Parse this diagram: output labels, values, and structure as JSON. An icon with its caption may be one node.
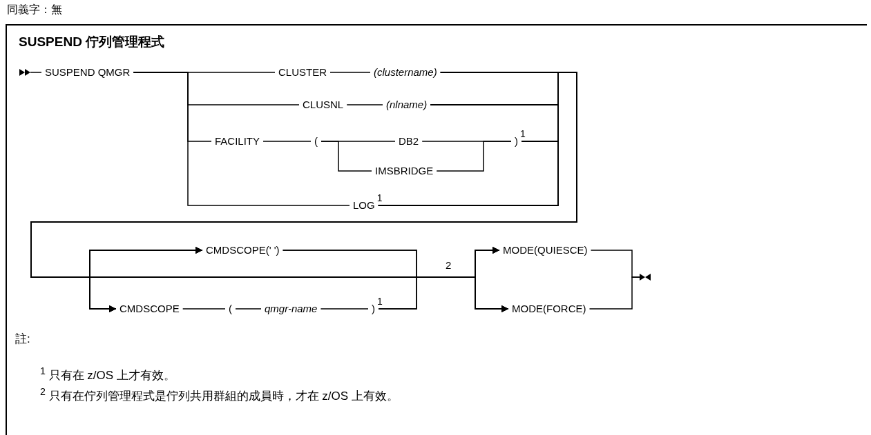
{
  "diagram": {
    "title": "SUSPEND 佇列管理程式",
    "nodes": [
      {
        "text": [
          "SUSPEND QMGR"
        ]
      },
      {
        "text": [
          "CLUSTER"
        ]
      },
      {
        "text": [
          "(clustername)"
        ]
      },
      {
        "text": [
          "CLUSNL"
        ]
      },
      {
        "text": [
          "(nlname)"
        ]
      },
      {
        "text": [
          "FACILITY"
        ]
      },
      {
        "text": [
          "("
        ]
      },
      {
        "text": [
          "DB2"
        ]
      },
      {
        "text": [
          "IMSBRIDGE"
        ]
      },
      {
        "text": [
          ")"
        ],
        "beside": [
          "1"
        ]
      },
      {
        "text": [
          "LOG"
        ],
        "beside": [
          "1"
        ]
      },
      {
        "text": [
          "CMDSCOPE(' ')"
        ]
      },
      {
        "text": [
          "CMDSCOPE"
        ]
      },
      {
        "text": [
          "("
        ]
      },
      {
        "text": [
          "qmgr-name"
        ]
      },
      {
        "text": [
          ")"
        ],
        "beside": [
          "1"
        ]
      },
      {
        "text": [
          "MODE(QUIESCE)"
        ]
      },
      {
        "text": [
          "MODE(FORCE)"
        ]
      },
      {
        "text": [],
        "shape": "marker"
      },
      {
        "text": [],
        "shape": "marker"
      }
    ],
    "edges": [
      {
        "from": 0,
        "to": 1,
        "arrow": "none"
      },
      {
        "from": 0,
        "to": 3,
        "arrow": "none"
      },
      {
        "from": 0,
        "to": 5,
        "arrow": "none"
      },
      {
        "from": 0,
        "to": 10,
        "arrow": "none"
      },
      {
        "from": 1,
        "to": 2,
        "arrow": "none"
      },
      {
        "from": 3,
        "to": 4,
        "arrow": "none"
      },
      {
        "from": 5,
        "to": 6,
        "arrow": "none"
      },
      {
        "from": 6,
        "to": 7,
        "arrow": "none"
      },
      {
        "from": 6,
        "to": 8,
        "arrow": "none"
      },
      {
        "from": 7,
        "to": 9,
        "arrow": "none"
      },
      {
        "from": 8,
        "to": 9,
        "arrow": "none"
      },
      {
        "from": 12,
        "to": 13,
        "arrow": "none"
      },
      {
        "from": 13,
        "to": 14,
        "arrow": "none"
      },
      {
        "from": 14,
        "to": 15,
        "arrow": "none"
      },
      {
        "from": 2,
        "to": 11,
        "arrow": "to"
      },
      {
        "from": 2,
        "to": 12,
        "arrow": "to"
      },
      {
        "from": 2,
        "to": 16,
        "arrow": "to"
      },
      {
        "from": 2,
        "to": 17,
        "arrow": "to"
      },
      {
        "from": 4,
        "to": 11,
        "arrow": "to"
      },
      {
        "from": 4,
        "to": 12,
        "arrow": "to"
      },
      {
        "from": 4,
        "to": 16,
        "arrow": "to"
      },
      {
        "from": 4,
        "to": 17,
        "arrow": "to"
      },
      {
        "from": 9,
        "to": 11,
        "arrow": "to"
      },
      {
        "from": 9,
        "to": 12,
        "arrow": "to"
      },
      {
        "from": 9,
        "to": 16,
        "arrow": "to"
      },
      {
        "from": 9,
        "to": 17,
        "arrow": "to"
      },
      {
        "from": 10,
        "to": 11,
        "arrow": "to"
      },
      {
        "from": 10,
        "to": 12,
        "arrow": "to"
      },
      {
        "from": 10,
        "to": 16,
        "arrow": "to"
      },
      {
        "from": 10,
        "to": 17,
        "arrow": "to"
      },
      {
        "from": 11,
        "to": 16,
        "arrow": "none"
      },
      {
        "from": 11,
        "to": 17,
        "arrow": "none"
      },
      {
        "from": 15,
        "to": 16,
        "arrow": "none"
      },
      {
        "from": 15,
        "to": 17,
        "arrow": "none"
      },
      {
        "from": 18,
        "to": 0,
        "arrow": "none"
      },
      {
        "from": 16,
        "to": 19,
        "arrow": "none"
      },
      {
        "from": 17,
        "to": 19,
        "arrow": "none"
      }
    ],
    "labels": [
      "同義字：無",
      "2",
      "註:",
      "$^{1}$ 只有在 z/OS 上才有效。",
      "$^{2}$ 只有在佇列管理程式是佇列共用群組的成員時，才在 z/OS 上有效。"
    ]
  }
}
